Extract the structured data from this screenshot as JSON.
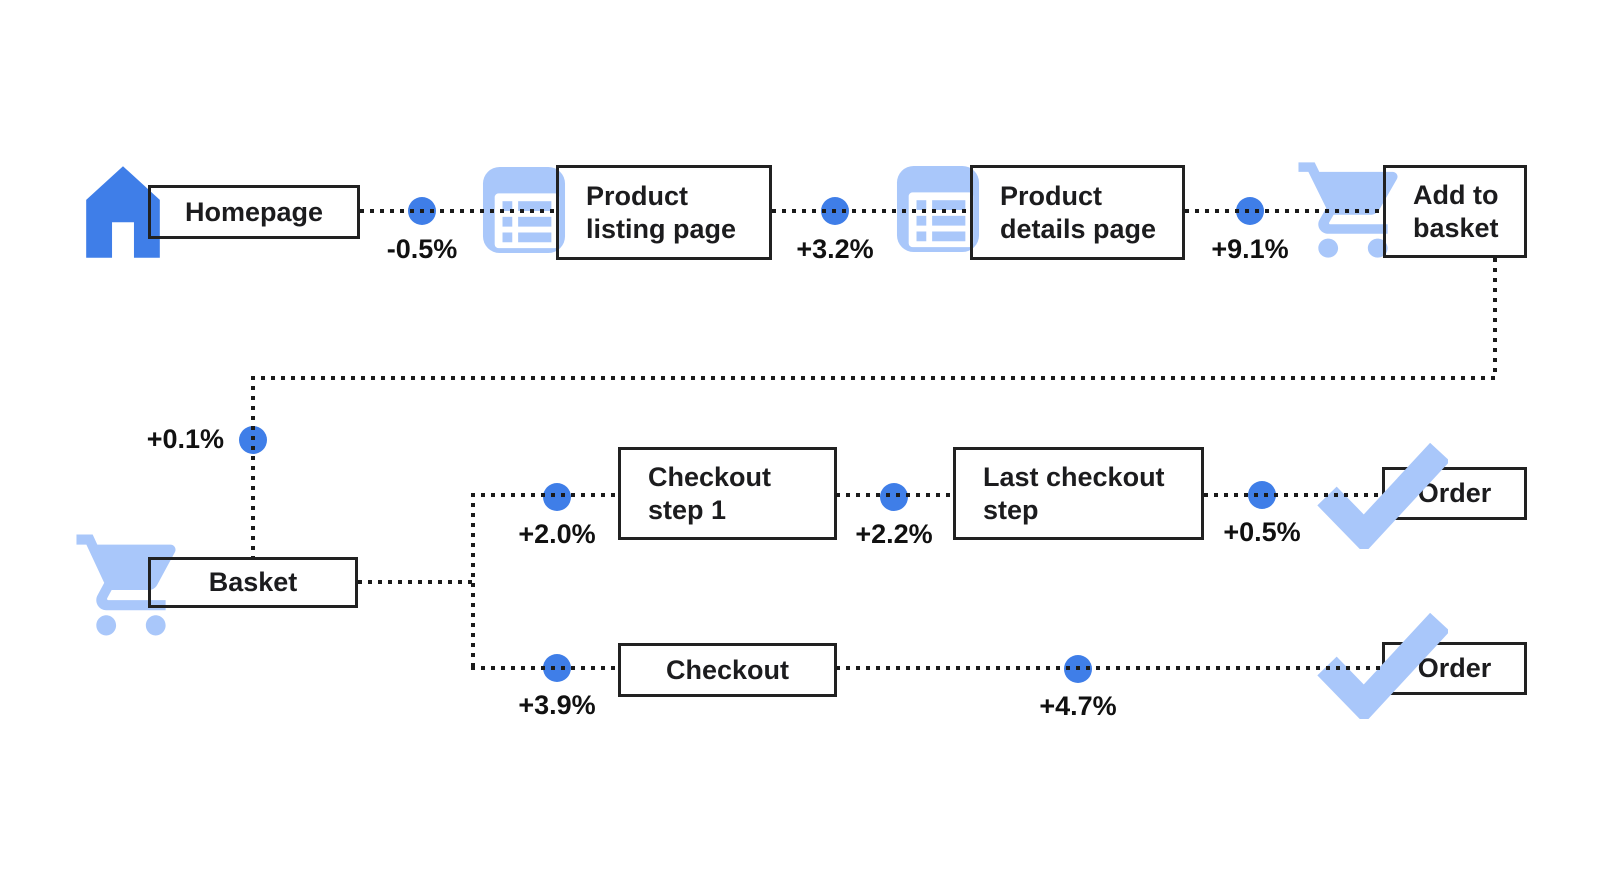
{
  "colors": {
    "accent_blue": "#3F7EE8",
    "icon_light_blue": "#A9C7FA",
    "line_color": "#1B1B1B",
    "text_color": "#1C1C1E"
  },
  "nodes": {
    "homepage": "Homepage",
    "product_listing": "Product\nlisting page",
    "product_details": "Product\ndetails page",
    "add_to_basket": "Add to\nbasket",
    "basket": "Basket",
    "checkout_step_1": "Checkout\nstep 1",
    "last_checkout_step": "Last checkout\nstep",
    "order_top": "Order",
    "checkout": "Checkout",
    "order_bottom": "Order"
  },
  "deltas": {
    "homepage_to_listing": "-0.5%",
    "listing_to_details": "+3.2%",
    "details_to_add_to_basket": "+9.1%",
    "add_to_basket_to_basket": "+0.1%",
    "basket_to_checkout_step_1": "+2.0%",
    "checkout_step_1_to_last_checkout": "+2.2%",
    "last_checkout_to_order": "+0.5%",
    "basket_to_checkout": "+3.9%",
    "checkout_to_order": "+4.7%"
  },
  "icons": {
    "home": "home-icon",
    "list": "list-icon",
    "cart": "cart-icon",
    "check": "check-icon",
    "dot": "conversion-dot"
  }
}
